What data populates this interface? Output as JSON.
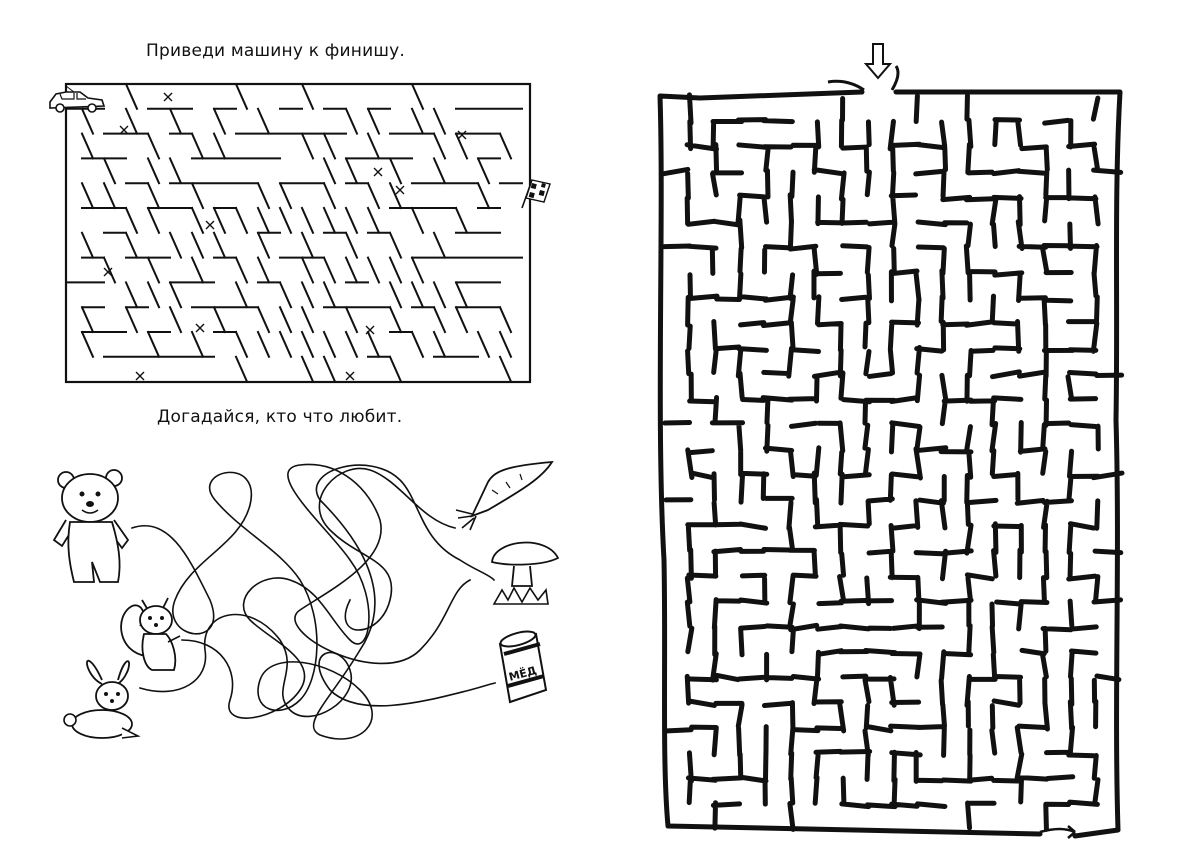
{
  "puzzles": {
    "car_maze": {
      "title": "Приведи машину к финишу.",
      "start_icon": "car-icon",
      "finish_icon": "checkered-flag-icon",
      "marker_icon": "cross-mark-icon"
    },
    "matching": {
      "title": "Догадайся, кто что любит.",
      "animals": [
        "bear-icon",
        "squirrel-icon",
        "rabbit-icon"
      ],
      "foods": [
        "carrot-icon",
        "mushroom-icon",
        "honey-barrel-icon"
      ],
      "barrel_label": "МЁД"
    },
    "big_maze": {
      "entry_icon": "down-arrow-icon",
      "exit_icon": "exit-arrow-icon"
    }
  },
  "colors": {
    "ink": "#111111",
    "paper": "#ffffff"
  }
}
